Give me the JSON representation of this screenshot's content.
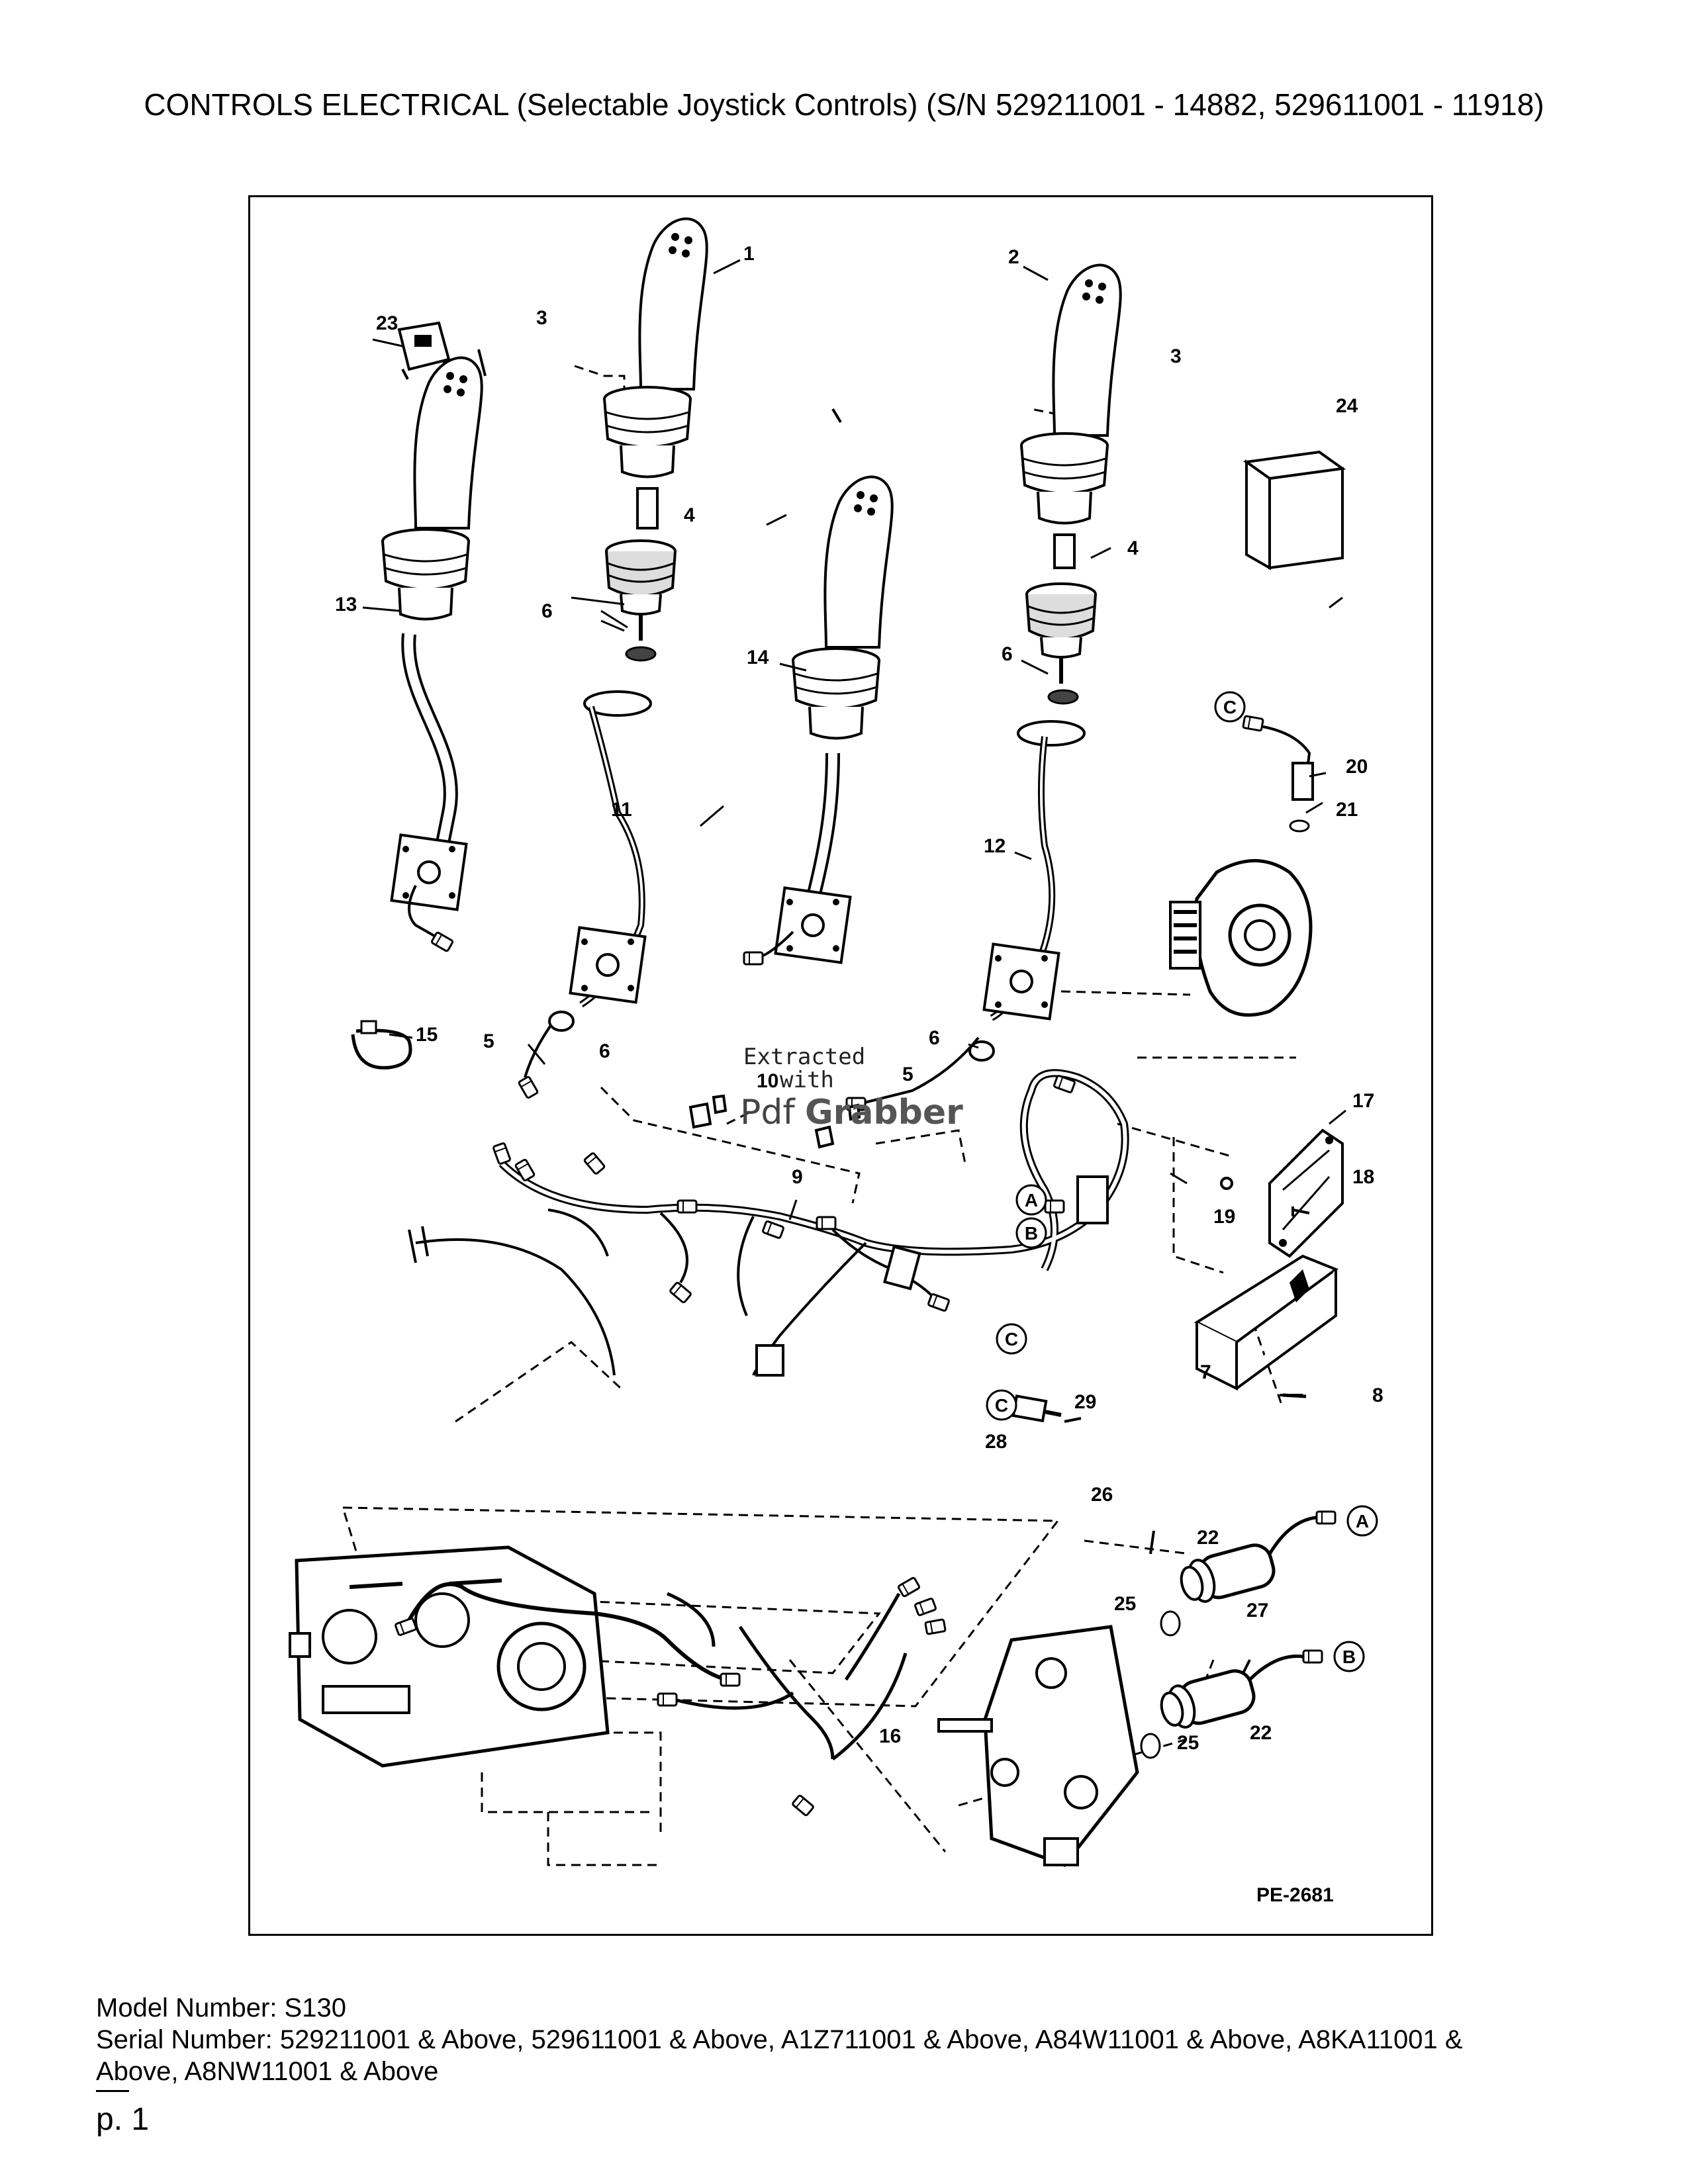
{
  "document": {
    "title": "CONTROLS ELECTRICAL (Selectable Joystick Controls) (S/N 529211001 - 14882, 529611001 - 11918)",
    "figure_id": "PE-2681",
    "watermark": {
      "line1": "Extracted",
      "line2": "with",
      "brand_a": "Pdf",
      "brand_b": "Grabber"
    },
    "callouts": [
      "1",
      "2",
      "3",
      "3",
      "4",
      "4",
      "5",
      "5",
      "6",
      "6",
      "6",
      "6",
      "7",
      "8",
      "9",
      "10",
      "11",
      "12",
      "13",
      "14",
      "15",
      "16",
      "17",
      "18",
      "19",
      "20",
      "21",
      "22",
      "22",
      "23",
      "24",
      "25",
      "25",
      "26",
      "27",
      "28",
      "29"
    ],
    "connector_labels": [
      "A",
      "B",
      "C",
      "C",
      "C",
      "A",
      "B"
    ],
    "footer": {
      "model_line": "Model Number: S130",
      "serial_line_1": "Serial Number: 529211001 & Above, 529611001 & Above, A1Z711001 & Above, A84W11001 & Above, A8KA11001 &",
      "serial_line_2": "Above, A8NW11001 & Above",
      "page": "p. 1"
    }
  }
}
